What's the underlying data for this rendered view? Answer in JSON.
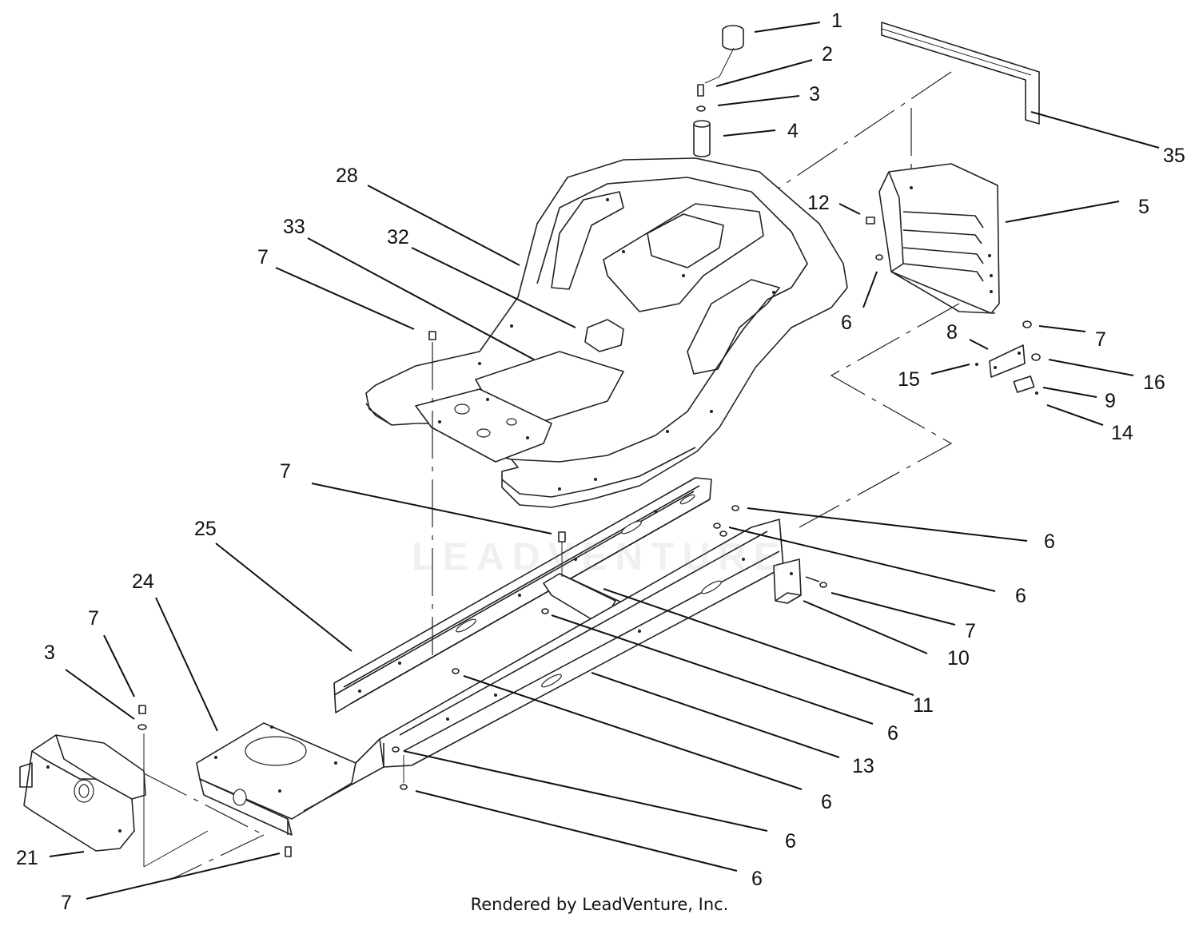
{
  "diagram": {
    "callouts": {
      "c1": "1",
      "c2": "2",
      "c3": "3",
      "c4": "4",
      "c35": "35",
      "c28": "28",
      "c33": "33",
      "c32": "32",
      "c7a": "7",
      "c12": "12",
      "c5": "5",
      "c6a": "6",
      "c7b": "7",
      "c8": "8",
      "c15": "15",
      "c16": "16",
      "c9": "9",
      "c14": "14",
      "c7c": "7",
      "c25": "25",
      "c6b": "6",
      "c6c": "6",
      "c24": "24",
      "c7d": "7",
      "c10": "10",
      "c7e": "7",
      "c3b": "3",
      "c11": "11",
      "c6d": "6",
      "c13": "13",
      "c6e": "6",
      "c6f": "6",
      "c21": "21",
      "c6g": "6",
      "c7f": "7"
    },
    "watermark_text": "LEADVENTURE",
    "footer_text": "Rendered by LeadVenture, Inc."
  }
}
